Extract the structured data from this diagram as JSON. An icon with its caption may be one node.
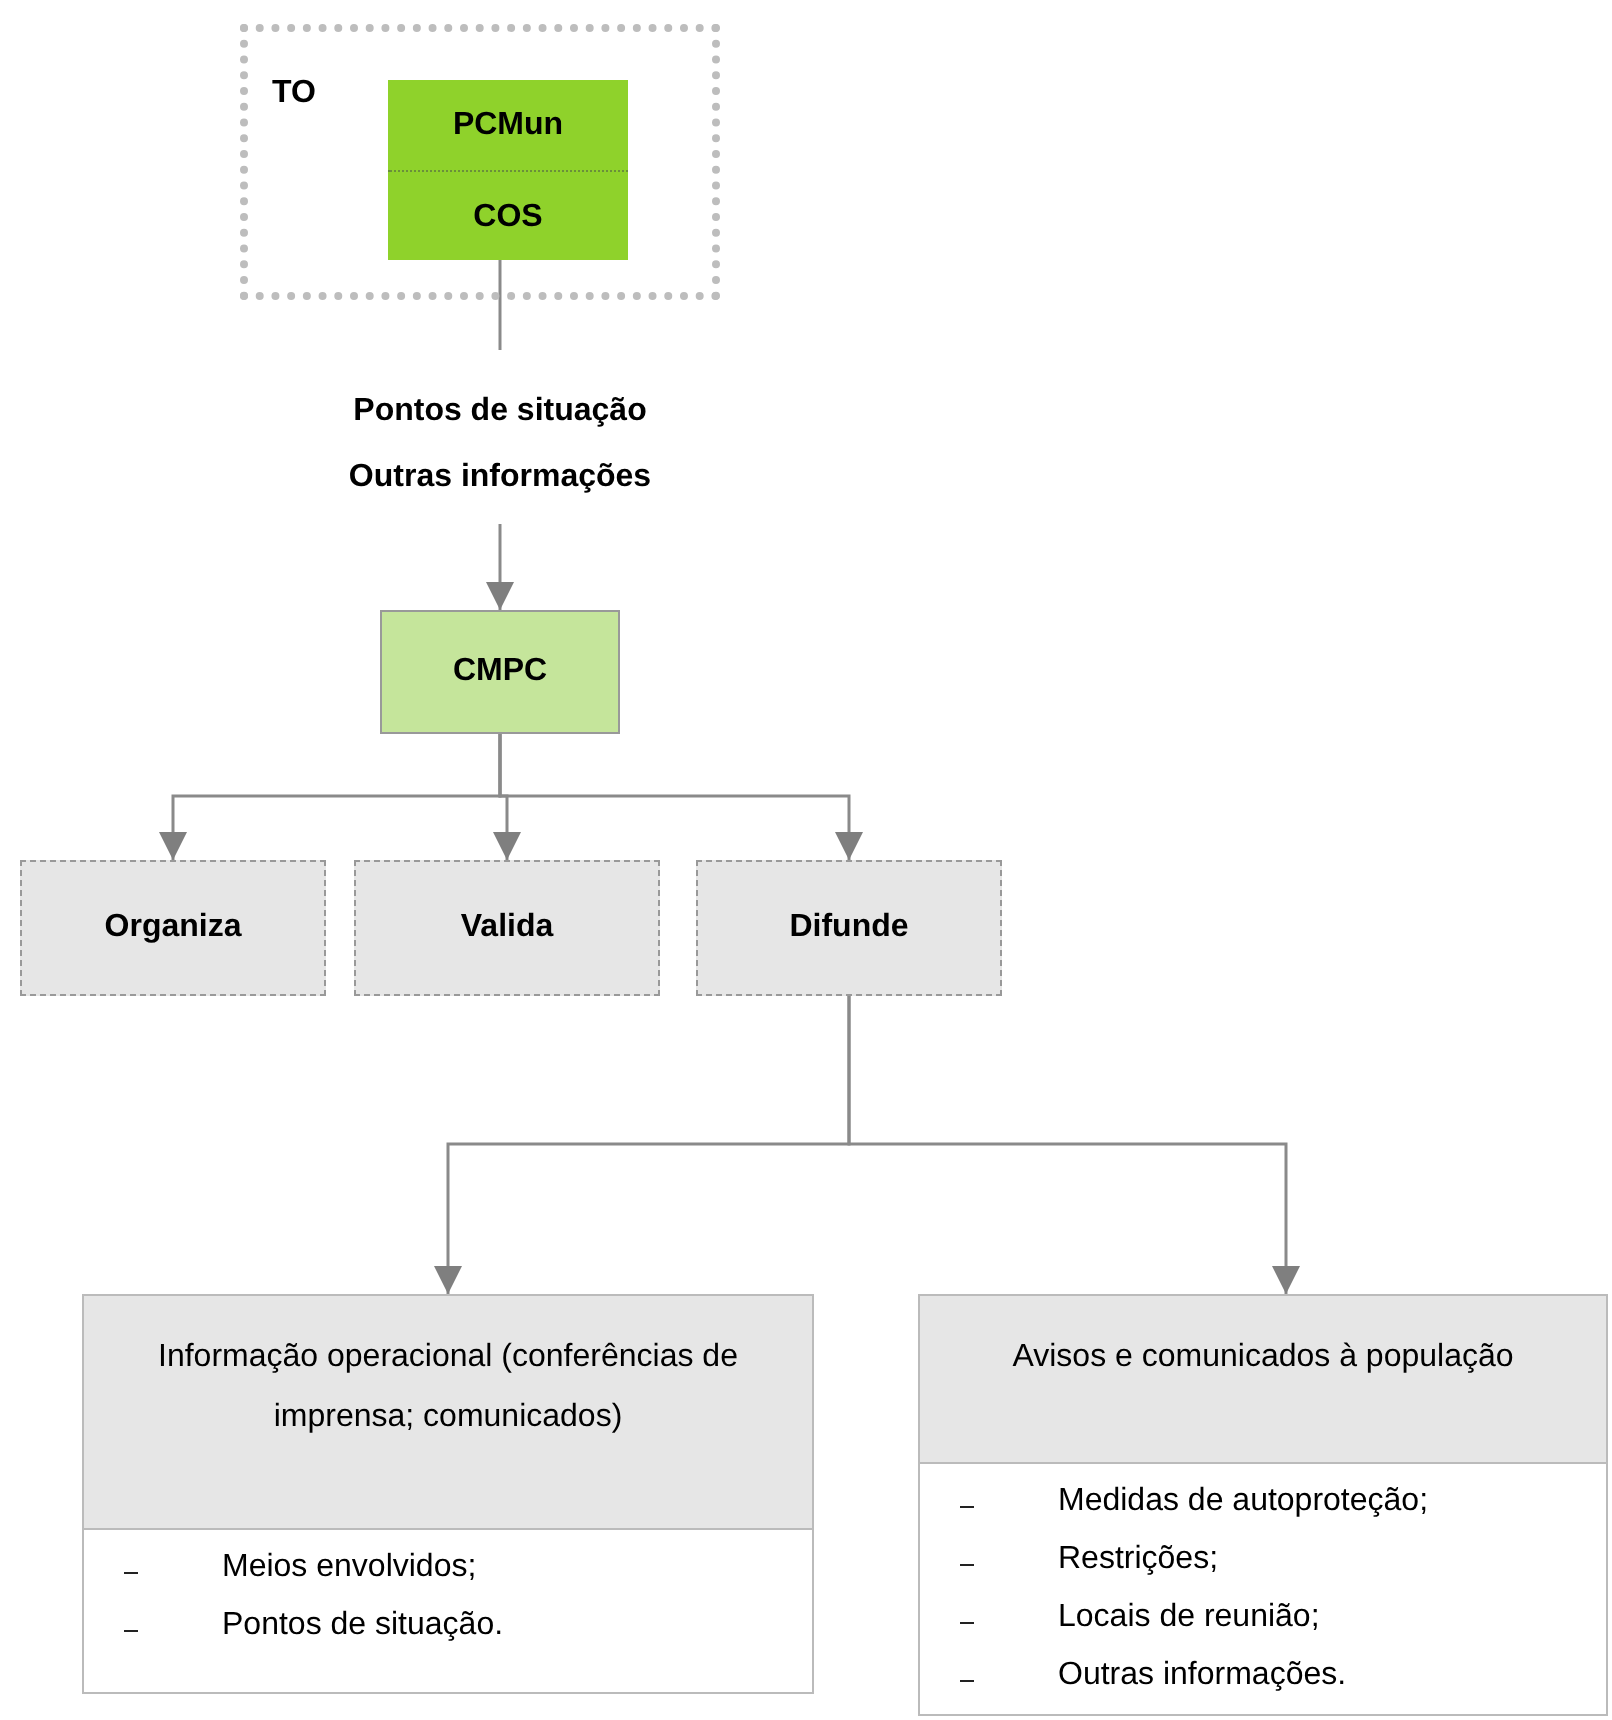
{
  "diagram": {
    "nodes": [
      {
        "text": [
          "TO"
        ]
      },
      {
        "text": [
          "PCMun",
          "COS"
        ],
        "in": 0
      },
      {
        "text": [
          "Pontos de situação",
          "Outras informações"
        ]
      },
      {
        "text": [
          "CMPC"
        ]
      },
      {
        "text": [
          "Organiza"
        ]
      },
      {
        "text": [
          "Valida"
        ]
      },
      {
        "text": [
          "Difunde"
        ]
      },
      {
        "text": [
          "Informação operacional (conferências de imprensa; comunicados)",
          "Meios envolvidos;",
          "Pontos de situação."
        ]
      },
      {
        "text": [
          "Avisos e comunicados à população",
          "Medidas de autoproteção;",
          "Restrições;",
          "Locais de reunião;",
          "Outras informações."
        ]
      }
    ],
    "edges": [
      {
        "from": 1,
        "to": 2,
        "arrow": "none"
      },
      {
        "from": 2,
        "to": 3,
        "arrow": "to"
      },
      {
        "from": 3,
        "to": 4,
        "arrow": "to"
      },
      {
        "from": 3,
        "to": 5,
        "arrow": "to"
      },
      {
        "from": 3,
        "to": 6,
        "arrow": "to"
      },
      {
        "from": 6,
        "to": 7,
        "arrow": "to"
      },
      {
        "from": 6,
        "to": 8,
        "arrow": "to"
      }
    ]
  }
}
